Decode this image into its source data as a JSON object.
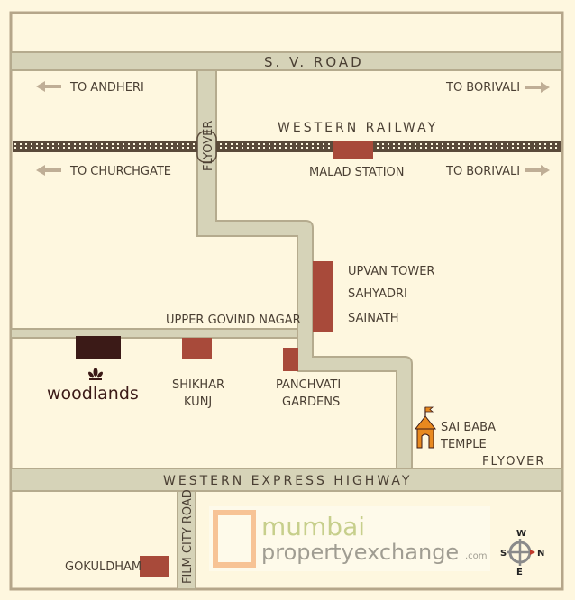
{
  "colors": {
    "background": "#fef7df",
    "road": "#d6d3b8",
    "road_edge": "#b5ab8e",
    "building": "#a84a3a",
    "woodlands": "#3b1a17",
    "temple": "#e8891f",
    "rail": "#5a4a3a"
  },
  "roads": {
    "sv_road": "S. V. ROAD",
    "western_railway": "WESTERN RAILWAY",
    "western_express_highway": "WESTERN EXPRESS HIGHWAY",
    "film_city_road": "FILM CITY ROAD",
    "flyover_vertical": "FLYOVER",
    "flyover_right": "FLYOVER",
    "upper_govind_nagar": "UPPER GOVIND NAGAR"
  },
  "directions": {
    "to_andheri": "TO ANDHERI",
    "to_borivali_top": "TO BORIVALI",
    "to_churchgate": "TO CHURCHGATE",
    "to_borivali_rail": "TO BORIVALI"
  },
  "places": {
    "malad_station": "MALAD STATION",
    "upvan_tower": "UPVAN TOWER",
    "sahyadri": "SAHYADRI",
    "sainath": "SAINATH",
    "woodlands": "woodlands",
    "shikhar_kunj": [
      "SHIKHAR",
      "KUNJ"
    ],
    "panchvati_gardens": [
      "PANCHVATI",
      "GARDENS"
    ],
    "sai_baba_temple": [
      "SAI BABA",
      "TEMPLE"
    ],
    "gokuldham": "GOKULDHAM"
  },
  "watermark": {
    "line1": "mumbai",
    "line2": "propertyexchange",
    ".com": ".com"
  },
  "compass": {
    "top": "W",
    "left": "S",
    "right": "N",
    "bottom": "E"
  }
}
